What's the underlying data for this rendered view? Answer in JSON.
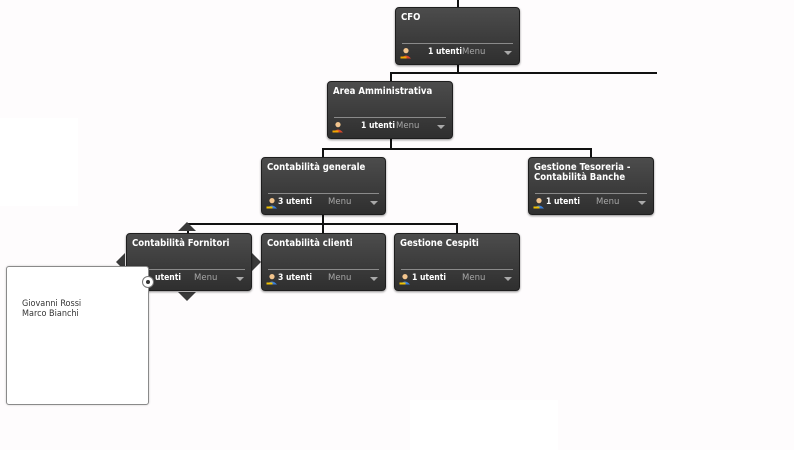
{
  "nodes": {
    "cfo": {
      "title": "CFO",
      "count": "1 utenti",
      "menu": "Menu"
    },
    "area": {
      "title": "Area Amministrativa",
      "count": "1 utenti",
      "menu": "Menu"
    },
    "contab": {
      "title": "Contabilità generale",
      "count": "3 utenti",
      "menu": "Menu"
    },
    "tesoreria": {
      "title": "Gestione Tesoreria - Contabilità Banche",
      "count": "1 utenti",
      "menu": "Menu"
    },
    "fornitori": {
      "title": "Contabilità Fornitori",
      "count": "utenti",
      "menu": "Menu"
    },
    "clienti": {
      "title": "Contabilità clienti",
      "count": "3 utenti",
      "menu": "Menu"
    },
    "cespiti": {
      "title": "Gestione Cespiti",
      "count": "1 utenti",
      "menu": "Menu"
    }
  },
  "popup": {
    "users": [
      "Giovanni Rossi",
      "Marco Bianchi"
    ]
  },
  "colors": {
    "node_bg": "#3c3c3c",
    "connector": "#111111",
    "menu_text": "#a7a7a7"
  }
}
